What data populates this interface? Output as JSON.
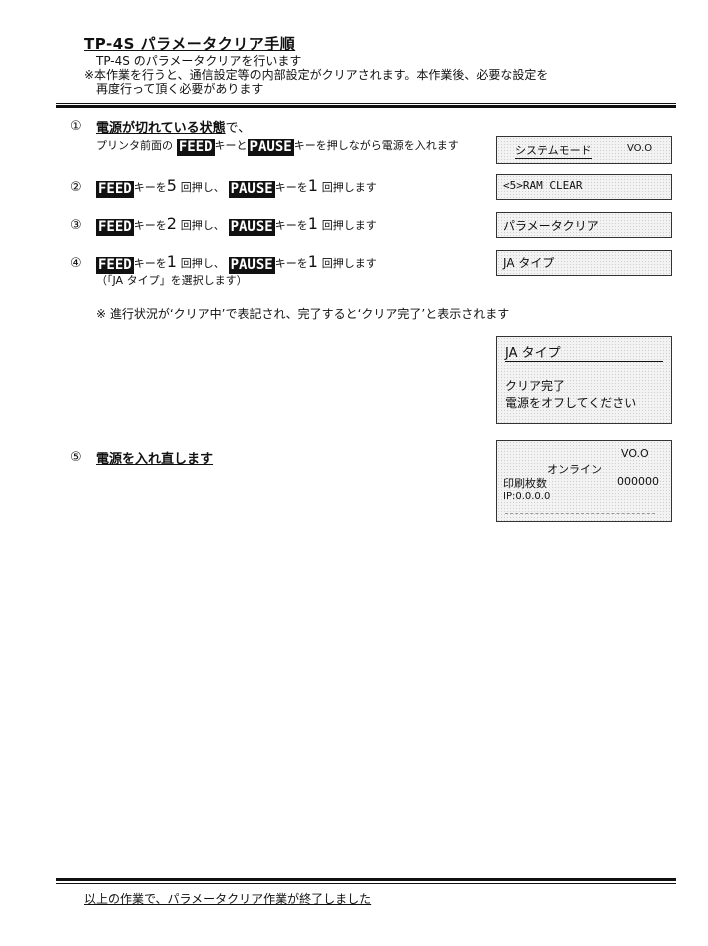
{
  "header": {
    "title": "TP-4S パラメータクリア手順",
    "line1": "TP-4S のパラメータクリアを行います",
    "line2": "※本作業を行うと、通信設定等の内部設定がクリアされます。本作業後、必要な設定を",
    "line3": "再度行って頂く必要があります"
  },
  "steps": [
    {
      "num": "①",
      "heading": "電源が切れている状態",
      "heading_suffix": "で、",
      "detail_prefix": "プリンタ前面の",
      "key1": "FEED",
      "mid": "キーと",
      "key2": "PAUSE",
      "detail_suffix": "キーを押しながら電源を入れます",
      "lcd": {
        "text": "システムモード",
        "version": "VO.O"
      }
    },
    {
      "num": "②",
      "key1": "FEED",
      "t1": "キーを",
      "n1": "5",
      "t2": "回押し、",
      "key2": "PAUSE",
      "t3": "キーを",
      "n2": "1",
      "t4": "回押します",
      "lcd": {
        "text": "<5>RAM CLEAR"
      }
    },
    {
      "num": "③",
      "key1": "FEED",
      "t1": "キーを",
      "n1": "2",
      "t2": "回押し、",
      "key2": "PAUSE",
      "t3": "キーを",
      "n2": "1",
      "t4": "回押します",
      "lcd": {
        "text": "パラメータクリア"
      }
    },
    {
      "num": "④",
      "key1": "FEED",
      "t1": "キーを",
      "n1": "1",
      "t2": "回押し、",
      "key2": "PAUSE",
      "t3": "キーを",
      "n2": "1",
      "t4": "回押します",
      "sub": "（「JA タイプ」を選択します）",
      "lcd": {
        "text": "JA タイプ"
      }
    }
  ],
  "note": "※ 進行状況が‘クリア中’で表記され、完了すると‘クリア完了’と表示されます",
  "lcd_complete": {
    "title": "JA タイプ",
    "line1": "クリア完了",
    "line2": "電源をオフしてください"
  },
  "step5": {
    "num": "⑤",
    "text": "電源を入れ直します",
    "lcd": {
      "version": "VO.O",
      "status": "オンライン",
      "count_label": "印刷枚数",
      "count_value": "000000",
      "ip": "IP:0.0.0.0"
    }
  },
  "footer": "以上の作業で、パラメータクリア作業が終了しました"
}
